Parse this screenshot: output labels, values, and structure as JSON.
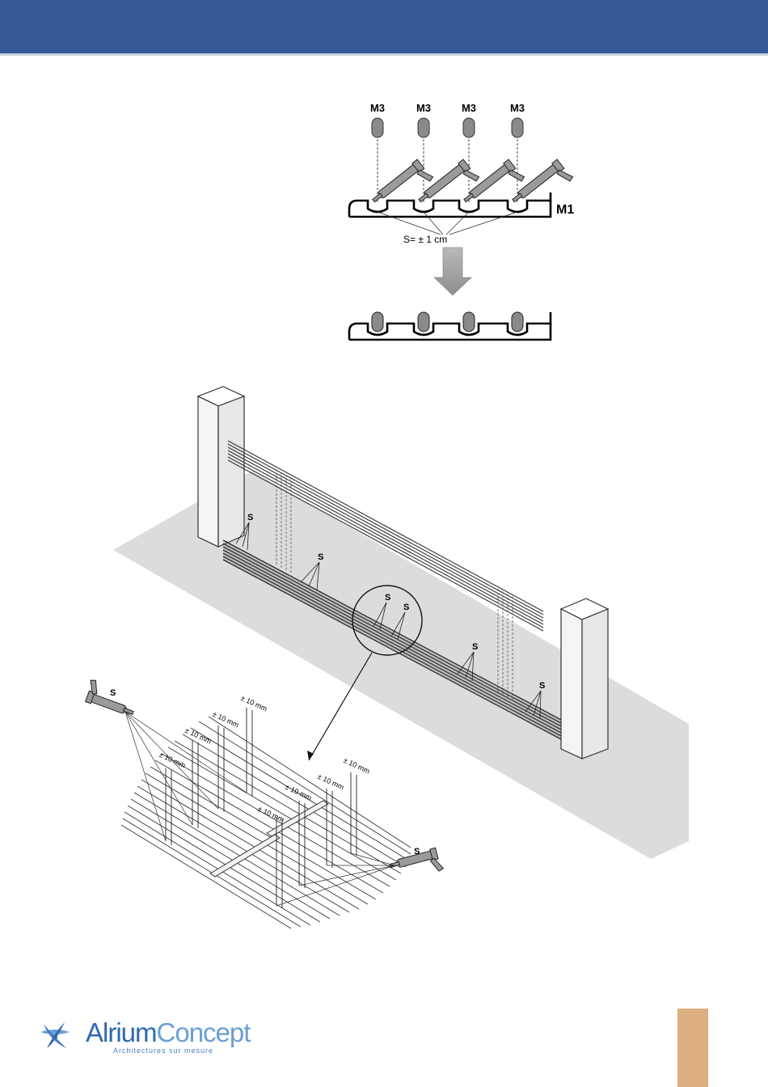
{
  "header": {
    "band_color": "#365a97"
  },
  "top_diagram": {
    "sealant_labels": [
      "M3",
      "M3",
      "M3",
      "M3"
    ],
    "profile_label": "M1",
    "spacing_label": "S= ± 1 cm"
  },
  "main_diagram": {
    "seal_labels": [
      "S",
      "S",
      "S",
      "S",
      "S",
      "S"
    ]
  },
  "detail_diagram": {
    "gun_labels": [
      "S",
      "S"
    ],
    "dimension_labels": [
      "± 10 mm",
      "± 10 mm",
      "± 10 mm",
      "± 10 mm",
      "± 10 mm",
      "± 10 mm",
      "± 10 mm",
      "± 10 mm"
    ]
  },
  "footer": {
    "logo_word_1": "Alrium",
    "logo_word_2": "Concept",
    "logo_tagline": "Architectures sur mesure",
    "tab_color": "#dcb07f"
  }
}
